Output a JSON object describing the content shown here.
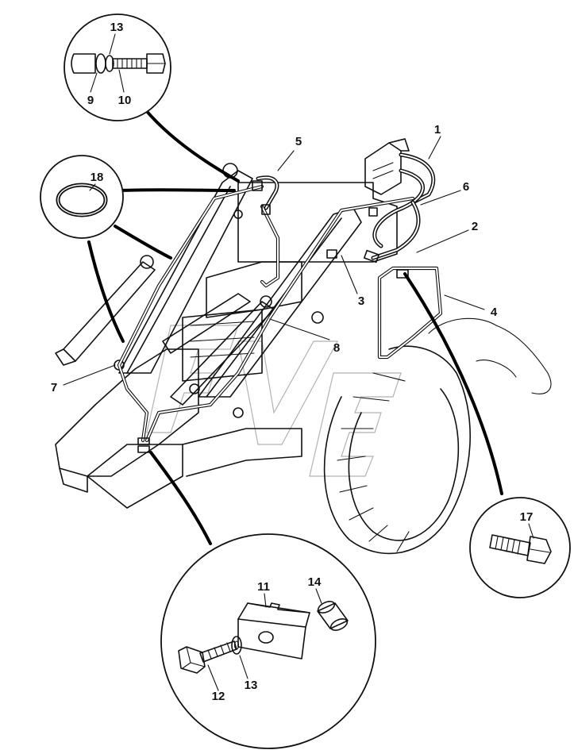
{
  "callouts": {
    "c1": "1",
    "c2": "2",
    "c3": "3",
    "c4": "4",
    "c5": "5",
    "c6": "6",
    "c7": "7",
    "c8": "8",
    "c9": "9",
    "c10": "10",
    "c11": "11",
    "c12": "12",
    "c13_top": "13",
    "c13_bottom": "13",
    "c14": "14",
    "c17": "17",
    "c18": "18"
  },
  "colors": {
    "line": "#111111",
    "background": "#ffffff"
  },
  "icons": [
    "bolt",
    "washer",
    "spacer",
    "o-ring",
    "clamp",
    "sleeve"
  ]
}
